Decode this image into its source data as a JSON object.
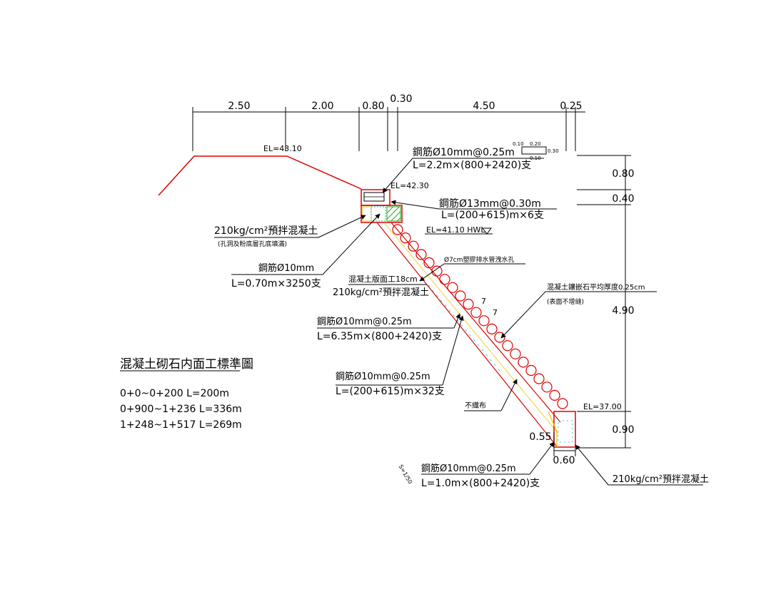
{
  "title": "混凝土砌石内面工標準圖",
  "ranges": [
    "0+0~0+200  L=200m",
    "0+900~1+236  L=336m",
    "1+248~1+517  L=269m"
  ],
  "dims_top": [
    "2.50",
    "2.00",
    "0.80",
    "0.30",
    "4.50",
    "0.25"
  ],
  "dims_right": [
    "0.80",
    "0.40",
    "4.90",
    "0.90"
  ],
  "dims_bottom": [
    "0.55",
    "0.60"
  ],
  "elevations": {
    "el_top": "EL=43.10",
    "el_crest": "EL=42.30",
    "hwl": "EL=41.10  HWL",
    "el_bottom": "EL=37.00"
  },
  "annotations": {
    "rebar_top_1": "鋼筋Ø10mm@0.25m",
    "rebar_top_2": "L=2.2m×(800+2420)支",
    "rebar_13_1": "鋼筋Ø13mm@0.30m",
    "rebar_13_2": "L=(200+615)m×6支",
    "concrete_top_1": "210kg/cm²預拌混凝土",
    "concrete_top_2": "(孔洞及粉底層孔底填滿)",
    "rebar_diag_1": "鋼筋Ø10mm",
    "rebar_diag_2": "L=0.70m×3250支",
    "pipe_note": "Ø7cm塑膠排水管洩水孔",
    "slab_1": "混凝土版面工18cm",
    "slab_2": "210kg/cm²預拌混凝土",
    "stone_note_1": "混凝土鑲嵌石平均厚度0.25cm",
    "stone_note_2": "(表面不增縫)",
    "rebar_mid_1": "鋼筋Ø10mm@0.25m",
    "rebar_mid_2": "L=6.35m×(800+2420)支",
    "rebar_low_1": "鋼筋Ø10mm@0.25m",
    "rebar_low_2": "L=(200+615)m×32支",
    "geotextile": "不織布",
    "rebar_foot_1": "鋼筋Ø10mm@0.25m",
    "rebar_foot_2": "L=1.0m×(800+2420)支",
    "concrete_foot": "210kg/cm²預拌混凝土",
    "section_mark": "7",
    "detail_small": [
      "0.10",
      "0.20",
      "0.30",
      "0.10"
    ],
    "scale_mark": "S=1/50"
  },
  "colors": {
    "line": "#000000",
    "structure": "#e00000",
    "hatch": "#22aa22",
    "cyan": "#00b8c8",
    "yellow": "#e8c800"
  }
}
